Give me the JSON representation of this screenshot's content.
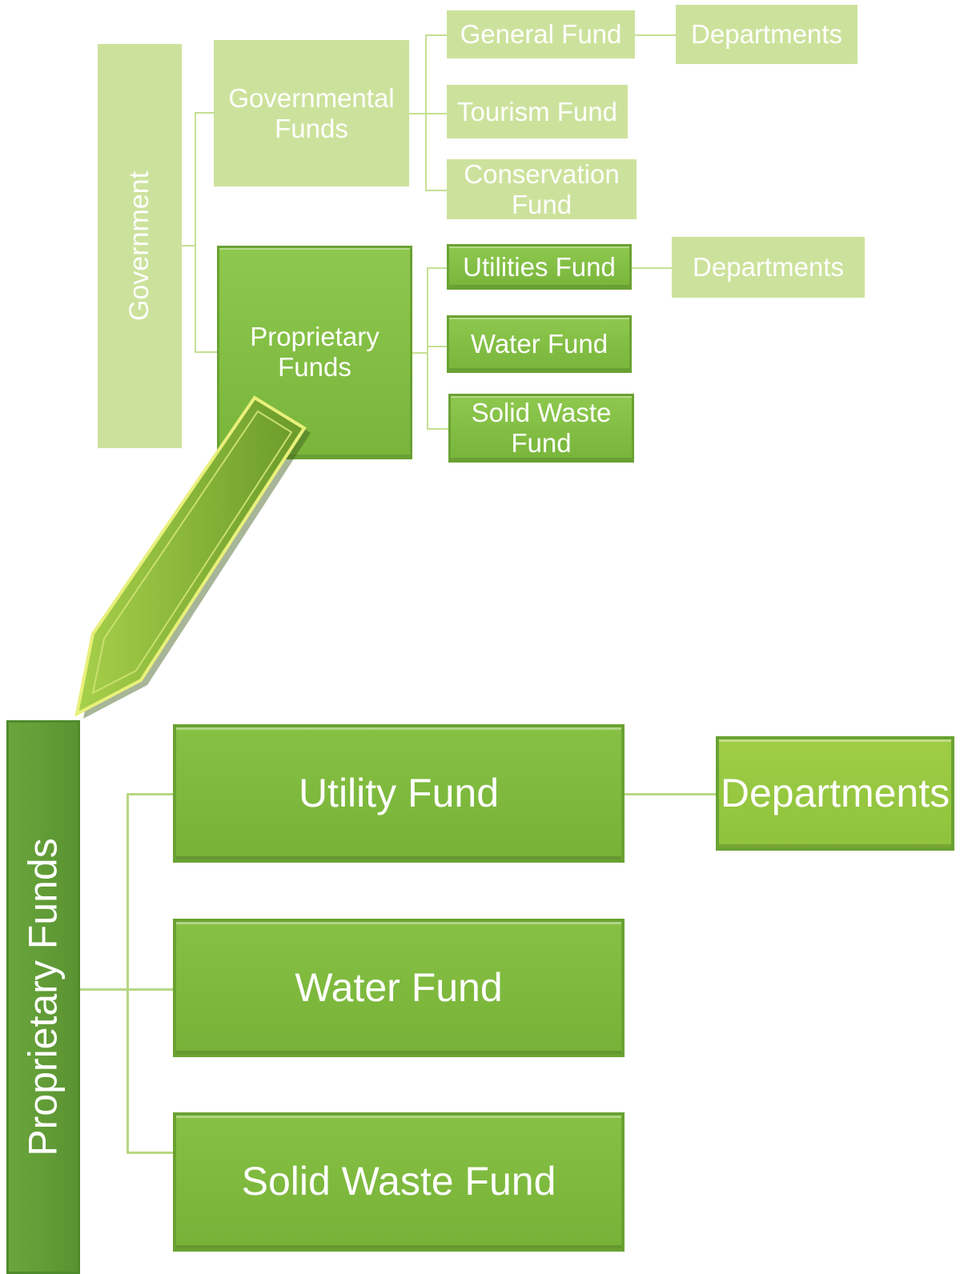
{
  "top": {
    "root": "Government",
    "governmental": {
      "label": "Governmental Funds",
      "children": [
        "General Fund",
        "Tourism Fund",
        "Conservation Fund"
      ],
      "general_departments": "Departments"
    },
    "proprietary": {
      "label": "Proprietary Funds",
      "children": [
        "Utilities Fund",
        "Water Fund",
        "Solid Waste Fund"
      ],
      "utilities_departments": "Departments"
    }
  },
  "bottom": {
    "root": "Proprietary Funds",
    "children": [
      "Utility Fund",
      "Water Fund",
      "Solid Waste Fund"
    ],
    "utility_departments": "Departments"
  },
  "colors": {
    "light_green": "#cce29c",
    "mid_green": "#86c144",
    "dark_green": "#5f9a35"
  }
}
